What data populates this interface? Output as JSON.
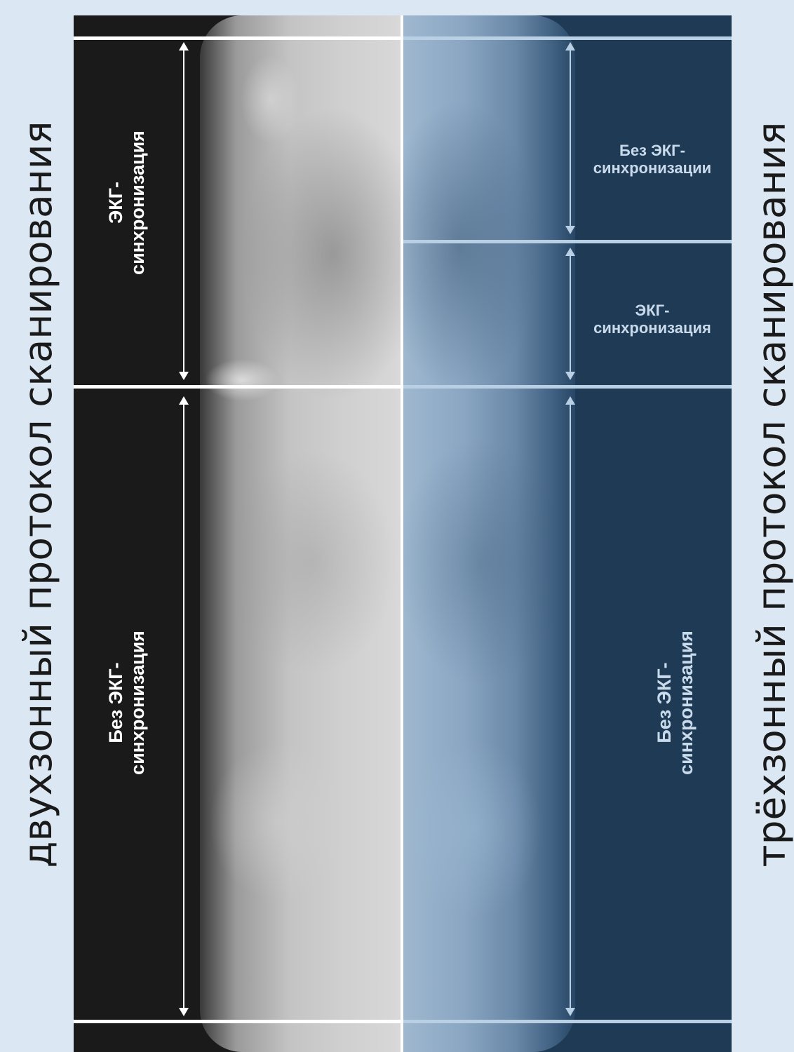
{
  "titles": {
    "left": "двухзонный протокол сканирования",
    "right": "трёхзонный протокол сканирования"
  },
  "left_column": {
    "zones": [
      {
        "line1": "ЭКГ-",
        "line2": "синхронизация"
      },
      {
        "line1": "Без ЭКГ-",
        "line2": "синхронизация"
      }
    ]
  },
  "right_column": {
    "zones": [
      {
        "line1": "Без ЭКГ-",
        "line2": "синхронизации"
      },
      {
        "line1": "ЭКГ-",
        "line2": "синхронизация"
      },
      {
        "line1": "Без ЭКГ-",
        "line2": "синхронизация"
      }
    ]
  },
  "colors": {
    "background": "#dbe8f3",
    "left_panel": "#1a1a1a",
    "right_panel": "#1f3a55",
    "line_white": "#ffffff",
    "line_blue": "#b9cfe4"
  }
}
